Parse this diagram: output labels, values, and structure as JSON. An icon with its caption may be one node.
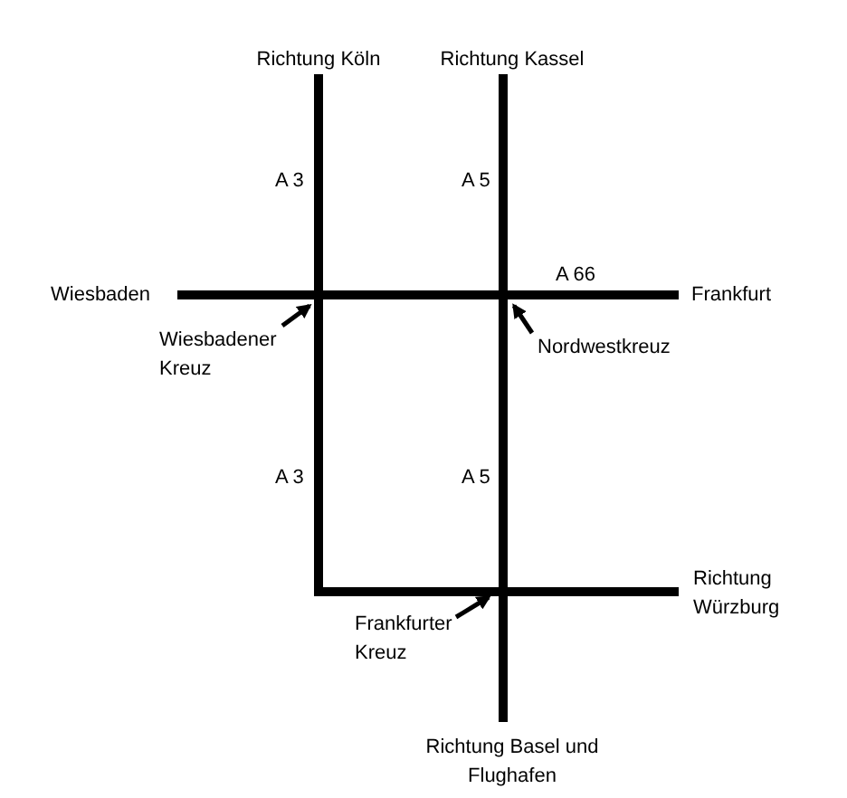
{
  "diagram": {
    "nodes": [
      {
        "text": [
          "Richtung Köln"
        ]
      },
      {
        "text": [
          "Richtung Kassel"
        ]
      },
      {
        "text": [
          "Wiesbaden"
        ]
      },
      {
        "text": [
          "Frankfurt"
        ]
      },
      {
        "text": [
          "Wiesbadener Kreuz"
        ]
      },
      {
        "text": [
          "Nordwestkreuz"
        ]
      },
      {
        "text": [
          "Frankfurter Kreuz"
        ]
      },
      {
        "text": [
          "Richtung Würzburg"
        ]
      },
      {
        "text": [
          "Richtung Basel und Flughafen"
        ]
      }
    ],
    "edges": [
      {
        "from": 0,
        "to": 7,
        "arrow": "none",
        "style": "thick"
      },
      {
        "from": 1,
        "to": 8,
        "arrow": "none",
        "style": "thick"
      },
      {
        "from": 2,
        "to": 3,
        "arrow": "none",
        "style": "thick"
      },
      {
        "from": 4,
        "to": null,
        "arrow": "to"
      },
      {
        "from": 5,
        "to": null,
        "arrow": "to"
      },
      {
        "from": 6,
        "to": null,
        "arrow": "to"
      }
    ],
    "labels": [
      "A 3",
      "A 5",
      "A 66",
      "A 3",
      "A 5"
    ]
  }
}
